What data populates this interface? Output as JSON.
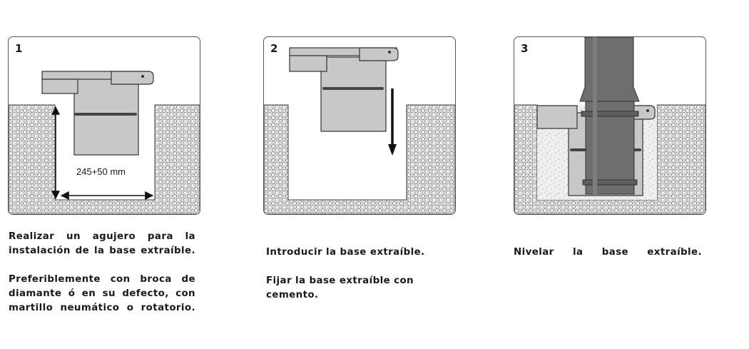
{
  "steps": [
    {
      "number": "1",
      "dimension": "245+50 mm",
      "caption": {
        "para1_line1": "Realizar un agujero para la",
        "para1_line2": "instalación de la base extraíble.",
        "para2_line1": "Preferiblemente con broca de",
        "para2_line2": "diamante ó en su defecto, con",
        "para2_line3": "martillo neumático o rotatorio."
      }
    },
    {
      "number": "2",
      "caption": {
        "para1_line1": "Introducir la base extraíble.",
        "para2_line1": "Fijar la base extraíble con",
        "para2_line2": "cemento."
      }
    },
    {
      "number": "3",
      "caption": {
        "para1_line1": "Nivelar la base extraíble."
      }
    }
  ],
  "colors": {
    "base_fill": "#c8c8c8",
    "post_fill": "#6e6e6e",
    "ground_pattern": "#9a9a9a",
    "outline": "#333333"
  }
}
